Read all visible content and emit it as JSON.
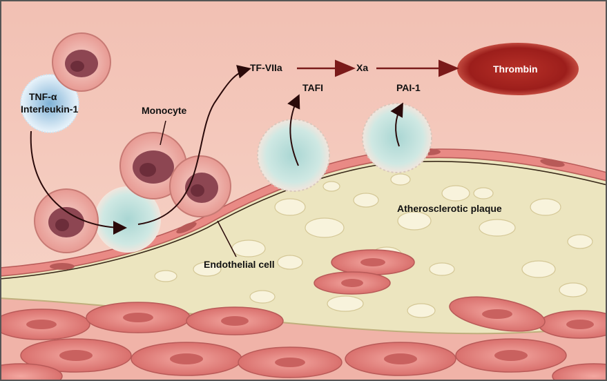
{
  "labels": {
    "tnf": "TNF-α",
    "interleukin": "Interleukin-1",
    "monocyte": "Monocyte",
    "tf_viia": "TF-VIIa",
    "xa": "Xa",
    "thrombin": "Thrombin",
    "tafi": "TAFI",
    "pai1": "PAI-1",
    "plaque": "Atherosclerotic plaque",
    "endothelial": "Endothelial cell"
  },
  "colors": {
    "background": "#f4c3b4",
    "plaque": "#ece5bf",
    "cell": "#e98a85",
    "thrombin": "#a42420",
    "arrow_dark": "#2a0a0a",
    "arrow_red": "#7a1a1a",
    "halo": "#bfe0dc"
  }
}
